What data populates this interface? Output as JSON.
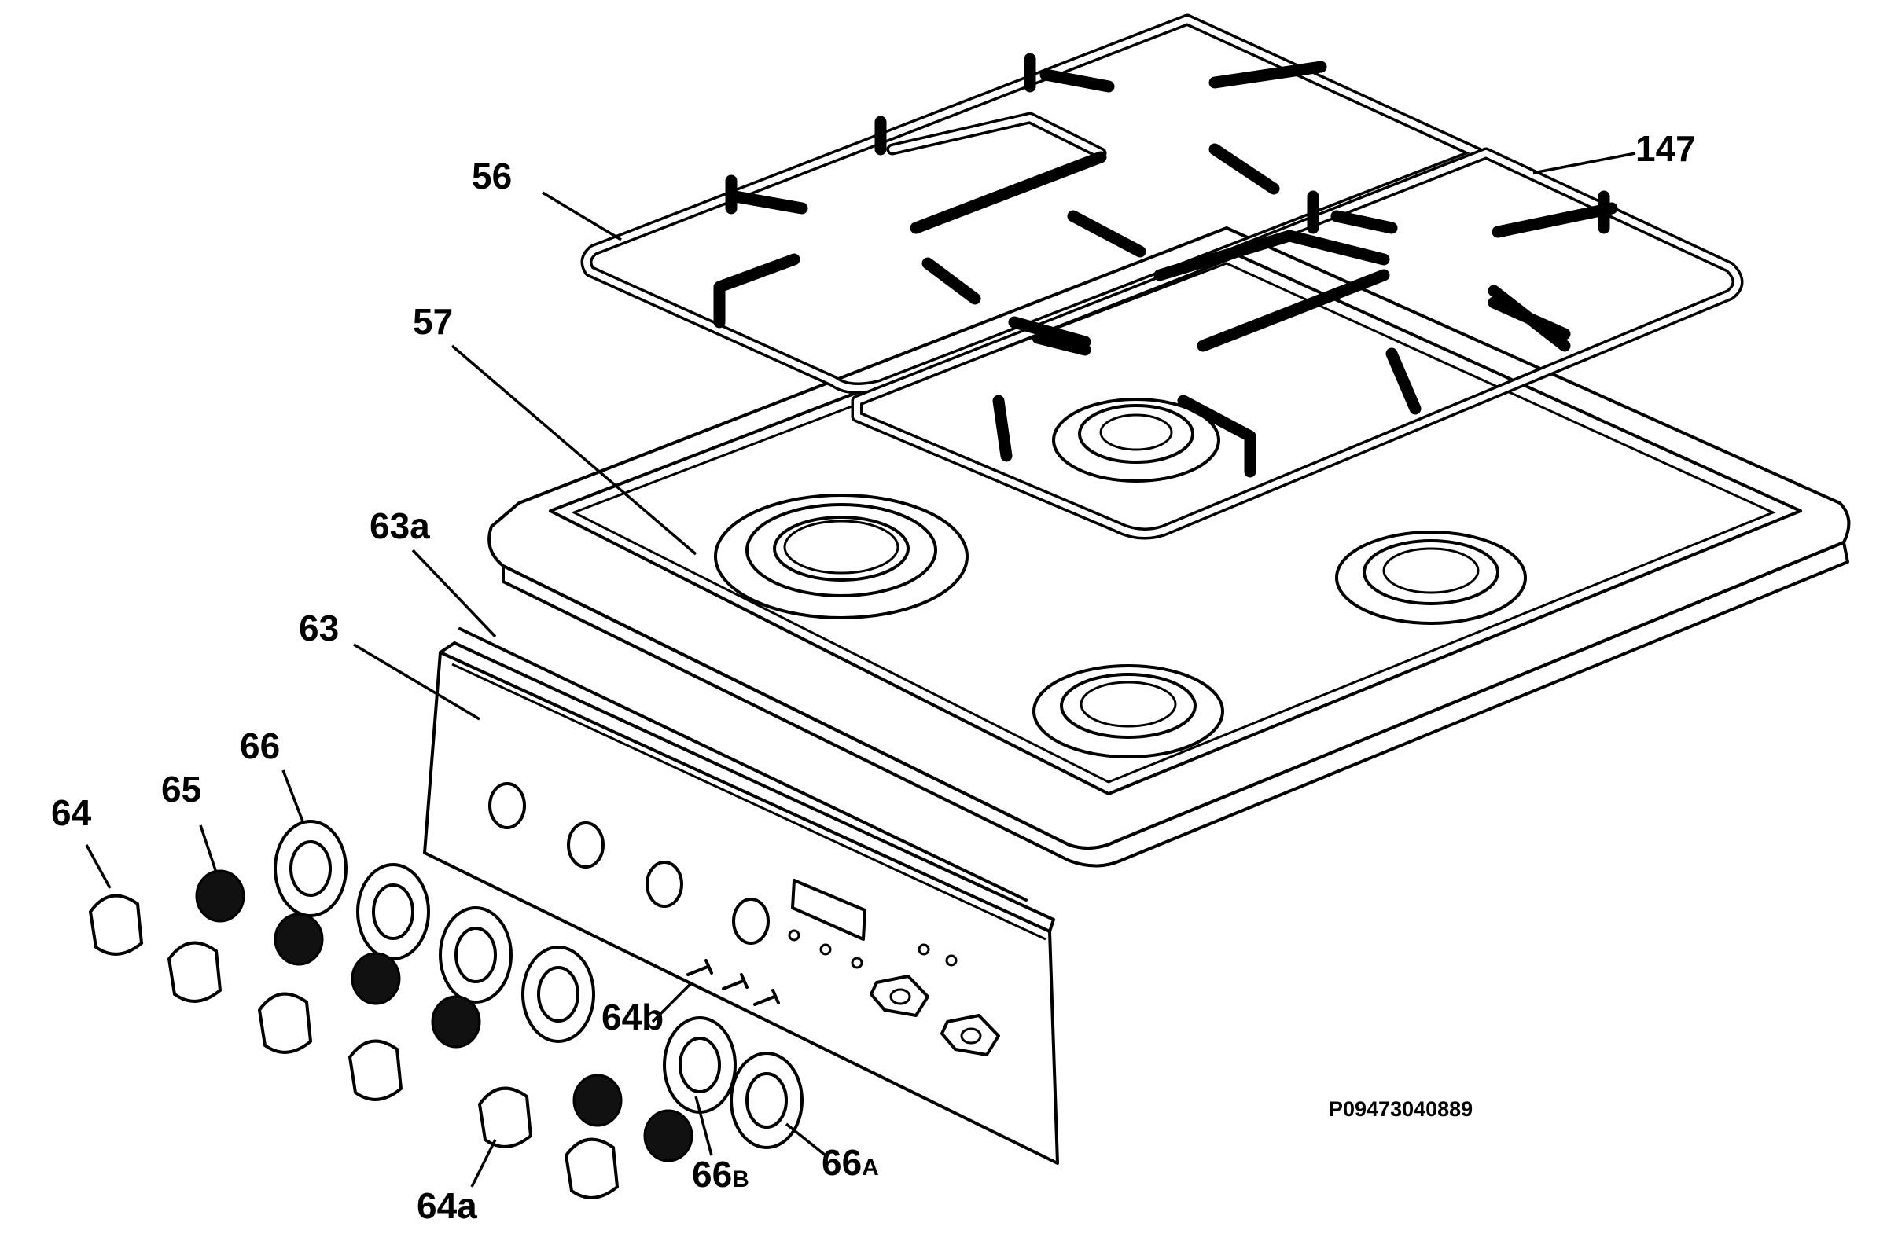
{
  "labels": {
    "p56": "56",
    "p57": "57",
    "p147": "147",
    "p63a": "63a",
    "p63": "63",
    "p64": "64",
    "p65": "65",
    "p66": "66",
    "p64b": "64b",
    "p64a": "64a",
    "p66b_num": "66",
    "p66b_sub": "B",
    "p66a_num": "66",
    "p66a_sub": "A"
  },
  "drawing_code": "P09473040889"
}
